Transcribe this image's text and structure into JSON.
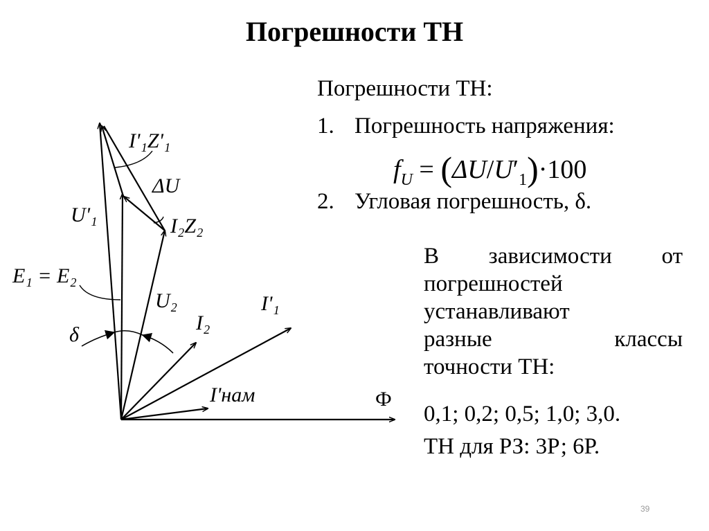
{
  "title": "Погрешности ТН",
  "subtitle": "Погрешности ТН:",
  "list": [
    {
      "num": "1.",
      "text": "Погрешность напряжения:"
    },
    {
      "num": "2.",
      "text": "Угловая погрешность, δ."
    }
  ],
  "formula": {
    "lhs": "f",
    "lhs_sub": "U",
    "eq": "=",
    "open": "(",
    "num": "ΔU",
    "slash": "/",
    "den": "U",
    "den_prime": "′",
    "den_sub": "1",
    "close": ")",
    "mult": "·100"
  },
  "paragraph": {
    "lines": [
      "В зависимости от",
      "погрешностей",
      "устанавливают",
      "разные классы",
      "точности ТН:"
    ]
  },
  "classes": "0,1; 0,2; 0,5; 1,0; 3,0.",
  "rz": "ТН для РЗ: 3Р; 6Р.",
  "page_number": "39",
  "diagram": {
    "labels": {
      "i1z1": "I'₁Z'₁",
      "du": "ΔU",
      "u1": "U'₁",
      "i2z2": "I₂Z₂",
      "e1e2": "E₁ = E₂",
      "u2": "U₂",
      "i1": "I'₁",
      "i2": "I₂",
      "delta": "δ",
      "inam": "I'нам",
      "phi": "Ф"
    }
  }
}
